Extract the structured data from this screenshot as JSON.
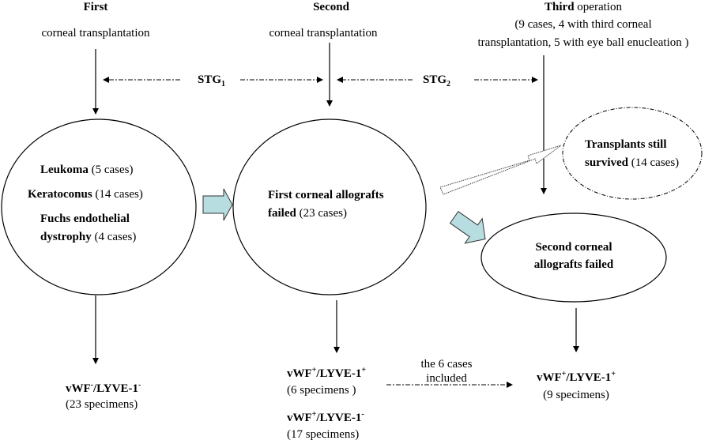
{
  "stages": {
    "first": {
      "title": "First",
      "subtitle": "corneal transplantation"
    },
    "second": {
      "title": "Second",
      "subtitle": "corneal transplantation"
    },
    "third": {
      "title": "Third",
      "title_rest": " operation",
      "line2": "(9 cases, 4  with third corneal",
      "line3": "transplantation, 5 with eye ball enucleation )"
    }
  },
  "intervals": {
    "stg1": {
      "label": "STG",
      "sub": "1"
    },
    "stg2": {
      "label": "STG",
      "sub": "2"
    }
  },
  "nodes": {
    "initial_diagnoses": [
      {
        "bold": "Leukoma",
        "rest": " (5 cases)"
      },
      {
        "bold": "Keratoconus",
        "rest": " (14 cases)"
      },
      {
        "bold": "Fuchs endothelial",
        "rest": ""
      },
      {
        "bold": "dystrophy",
        "rest": " (4 cases)"
      }
    ],
    "first_failed": {
      "bold1": "First corneal allografts",
      "bold2": "failed",
      "rest": " (23 cases)"
    },
    "survived": {
      "bold1": "Transplants still",
      "bold2": "survived",
      "rest": " (14 cases)"
    },
    "second_failed": {
      "line1": "Second corneal",
      "line2": "allografts failed"
    }
  },
  "results": {
    "first": {
      "marker": "vWF",
      "sup1": "-",
      "marker2": "/LYVE-1",
      "sup2": "-",
      "count": "(23 specimens)"
    },
    "second_pos": {
      "marker": "vWF",
      "sup1": "+",
      "marker2": "/LYVE-1",
      "sup2": "+",
      "count": "(6 specimens )"
    },
    "second_neg": {
      "marker": "vWF",
      "sup1": "+",
      "marker2": "/LYVE-1",
      "sup2": "-",
      "count": "(17 specimens)"
    },
    "third": {
      "marker": "vWF",
      "sup1": "+",
      "marker2": "/LYVE-1",
      "sup2": "+",
      "count": "(9 specimens)"
    }
  },
  "link_label": {
    "line1": "the 6 cases",
    "line2": "included"
  },
  "colors": {
    "block_arrow_fill": "#b8dde0",
    "stroke": "#000000"
  }
}
